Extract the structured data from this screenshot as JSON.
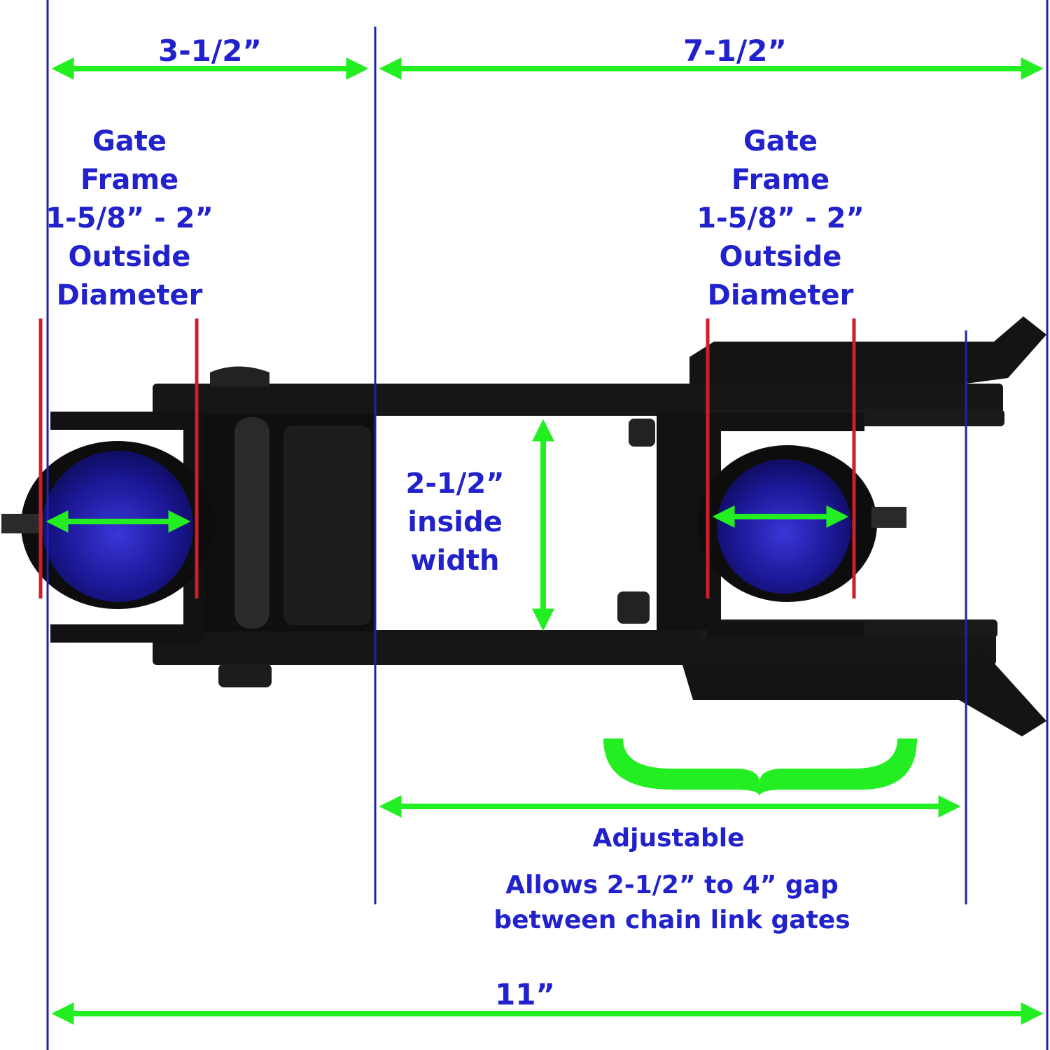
{
  "colors": {
    "label_text": "#2222cc",
    "guide_line": "#1e22b4",
    "arrow": "#22ee22",
    "frame_mark": "#cc1f2a",
    "bracket_metal": "#151515",
    "tube_plug": "#1f1a9c",
    "background": "#ffffff"
  },
  "labels": {
    "dim_left": "3-1/2”",
    "dim_right": "7-1/2”",
    "dim_total": "11”",
    "left_frame": [
      "Gate",
      "Frame",
      "1-5/8” - 2”",
      "Outside",
      "Diameter"
    ],
    "right_frame": [
      "Gate",
      "Frame",
      "1-5/8” - 2”",
      "Outside",
      "Diameter"
    ],
    "inside_width": [
      "2-1/2”",
      "inside",
      "width"
    ],
    "adjustable": "Adjustable",
    "gap_note": [
      "Allows 2-1/2” to 4” gap",
      "between chain link gates"
    ]
  }
}
